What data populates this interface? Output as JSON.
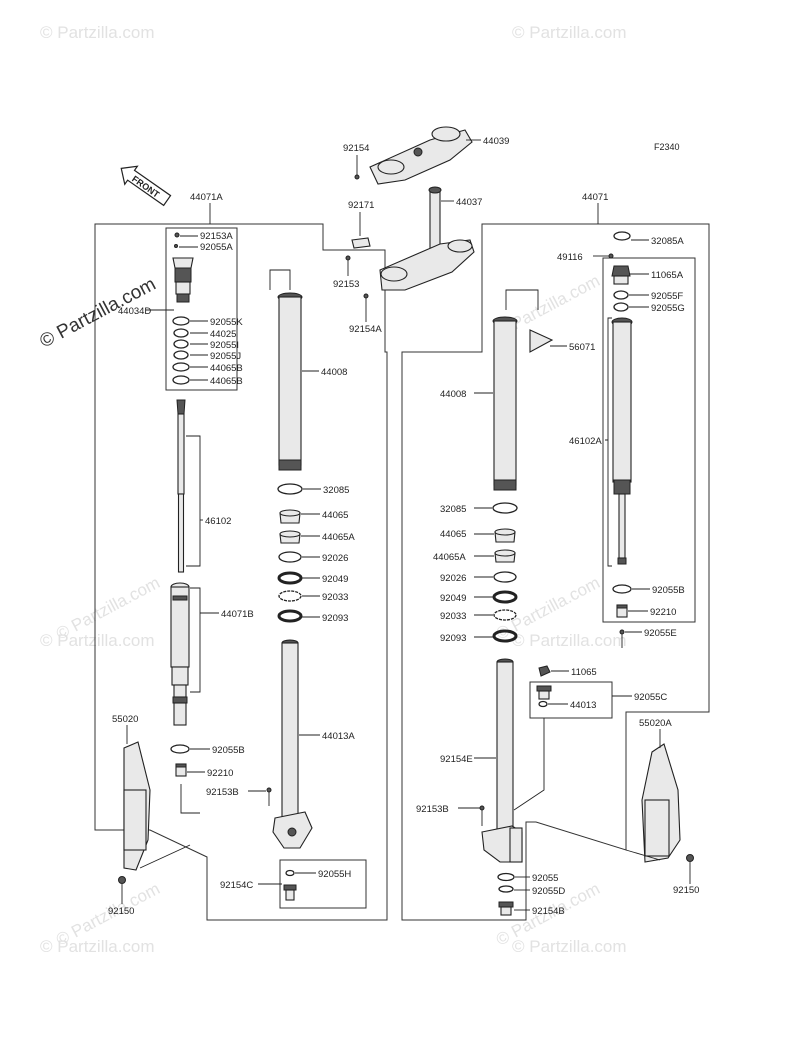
{
  "figure_code": "F2340",
  "front_label": "FRONT",
  "copyright_watermark": "© Partzilla.com",
  "faint_watermark": "© Partzilla.com",
  "left_group": {
    "title": "44071A",
    "parts": [
      "92153A",
      "92055A",
      "44034D",
      "92055K",
      "44025",
      "92055I",
      "92055J",
      "44065B",
      "44065B",
      "46102",
      "44071B",
      "92055B",
      "92210",
      "92153B",
      "55020",
      "92150"
    ],
    "center": [
      "44008",
      "32085",
      "44065",
      "44065A",
      "92026",
      "92049",
      "92033",
      "92093",
      "44013A"
    ],
    "kit": {
      "label": "92154C",
      "part": "92055H"
    }
  },
  "top_clamps": {
    "parts": [
      "92154",
      "44039",
      "92171",
      "44037",
      "92153",
      "92154A"
    ]
  },
  "right_group": {
    "title": "44071",
    "parts": [
      "32085A",
      "49116",
      "11065A",
      "92055F",
      "92055G",
      "56071",
      "46102A",
      "92055B",
      "92210",
      "92055E",
      "44008",
      "32085",
      "44065",
      "44065A",
      "92026",
      "92049",
      "92033",
      "92093",
      "11065",
      "92154E",
      "92055C",
      "44013",
      "92153B",
      "92055",
      "92055D",
      "92154B",
      "55020A",
      "92150"
    ]
  }
}
